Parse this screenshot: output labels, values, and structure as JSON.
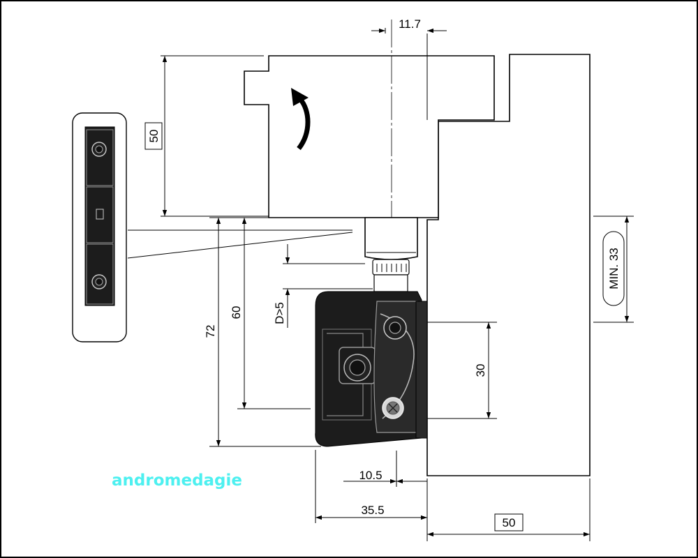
{
  "dimensions": {
    "top_offset": "11.7",
    "actuator_height": "50",
    "total_height": "72",
    "mount_height": "60",
    "clearance": "D>5",
    "hole_spacing": "30",
    "min_gap": "MIN. 33",
    "offset_small": "10.5",
    "offset_large": "35.5",
    "block_width": "50"
  },
  "watermark": "andromedagie",
  "colors": {
    "watermark": "#4df0f0"
  }
}
